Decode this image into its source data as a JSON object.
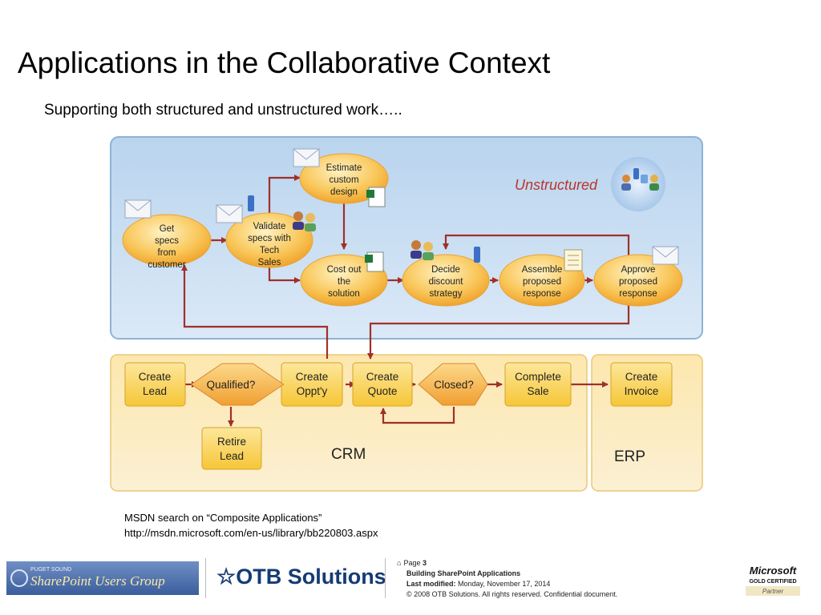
{
  "slide": {
    "title": "Applications in the Collaborative Context",
    "subtitle": "Supporting both structured and unstructured work….."
  },
  "diagram": {
    "unstructured_label": "Unstructured",
    "upper_nodes": [
      {
        "id": "get-specs",
        "lines": [
          "Get",
          "specs",
          "from",
          "customer"
        ]
      },
      {
        "id": "validate-specs",
        "lines": [
          "Validate",
          "specs with",
          "Tech",
          "Sales"
        ]
      },
      {
        "id": "estimate-design",
        "lines": [
          "Estimate",
          "custom",
          "design"
        ]
      },
      {
        "id": "cost-out",
        "lines": [
          "Cost out",
          "the",
          "solution"
        ]
      },
      {
        "id": "decide-discount",
        "lines": [
          "Decide",
          "discount",
          "strategy"
        ]
      },
      {
        "id": "assemble-response",
        "lines": [
          "Assemble",
          "proposed",
          "response"
        ]
      },
      {
        "id": "approve-response",
        "lines": [
          "Approve",
          "proposed",
          "response"
        ]
      }
    ],
    "lower_boxes": [
      {
        "id": "create-lead",
        "lines": [
          "Create",
          "Lead"
        ]
      },
      {
        "id": "create-oppty",
        "lines": [
          "Create",
          "Oppt'y"
        ]
      },
      {
        "id": "create-quote",
        "lines": [
          "Create",
          "Quote"
        ]
      },
      {
        "id": "complete-sale",
        "lines": [
          "Complete",
          "Sale"
        ]
      },
      {
        "id": "create-invoice",
        "lines": [
          "Create",
          "Invoice"
        ]
      },
      {
        "id": "retire-lead",
        "lines": [
          "Retire",
          "Lead"
        ]
      }
    ],
    "decisions": [
      {
        "id": "qualified",
        "label": "Qualified?"
      },
      {
        "id": "closed",
        "label": "Closed?"
      }
    ],
    "region_labels": {
      "crm": "CRM",
      "erp": "ERP"
    },
    "colors": {
      "upper_bg": "#cfe1f3",
      "lower_bg": "#fbe4a8",
      "node_fill": "#f6b73c",
      "box_fill": "#fbd35a",
      "arrow": "#a0302a"
    }
  },
  "reference": {
    "line1": "MSDN search on “Composite Applications”",
    "line2": "http://msdn.microsoft.com/en-us/library/bb220803.aspx"
  },
  "footer": {
    "puget_small": "PUGET SOUND",
    "puget_big": "SharePoint Users Group",
    "otb": "OTB Solutions",
    "page_label": "Page",
    "page_number": "3",
    "doc_title": "Building SharePoint Applications",
    "last_modified_label": "Last modified:",
    "last_modified_value": "Monday, November 17, 2014",
    "copyright": "© 2008 OTB Solutions. All rights reserved. Confidential document.",
    "ms_line1": "Microsoft",
    "ms_line2": "GOLD CERTIFIED",
    "ms_line3": "Partner"
  }
}
